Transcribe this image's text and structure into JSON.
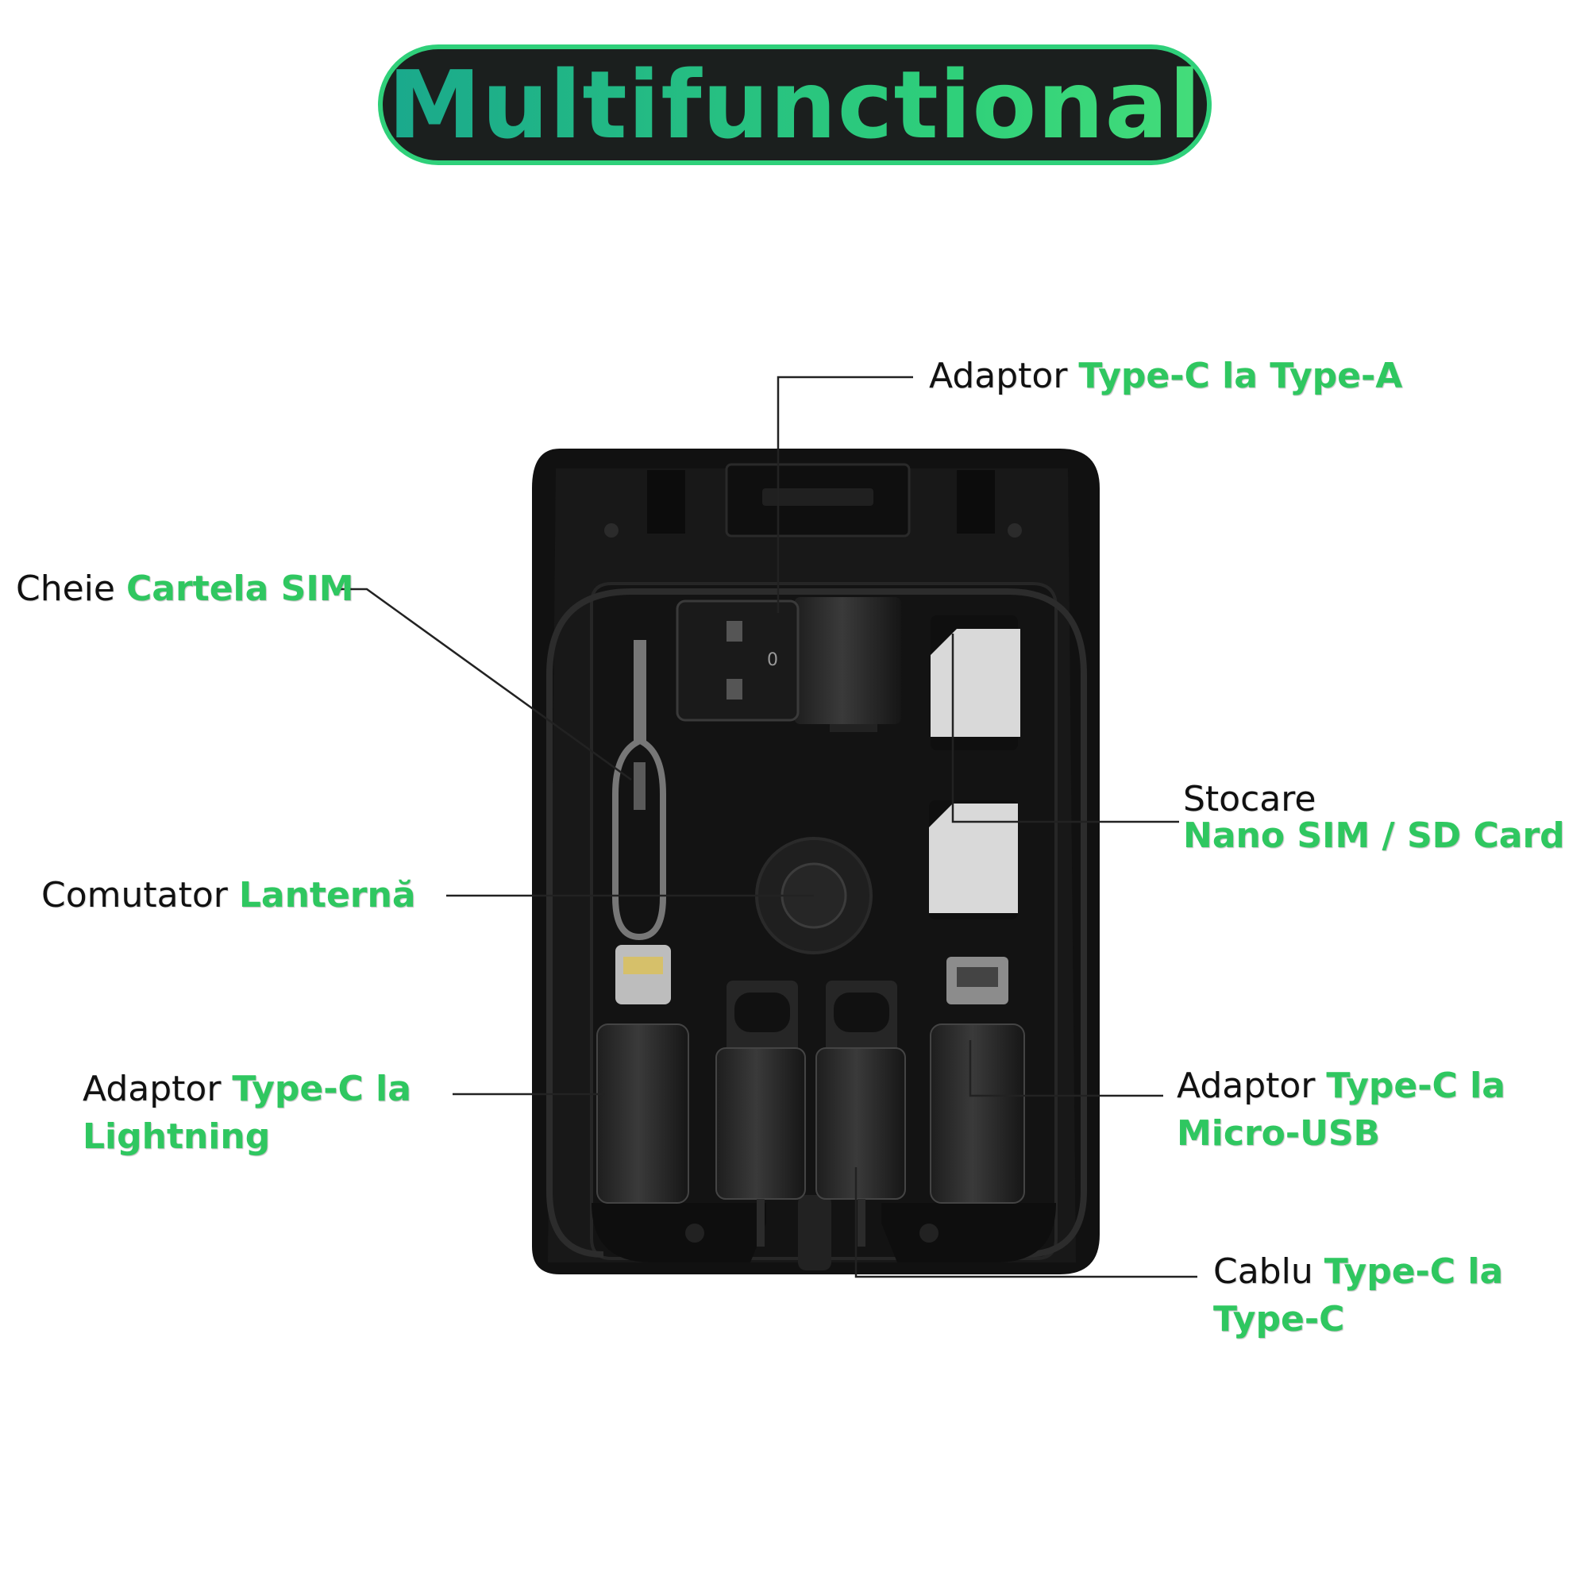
{
  "title": "Multifunctional",
  "colors": {
    "accent": "#2fc760",
    "pill_background": "#1b1f1e",
    "pill_border": "#2fd07a",
    "device": "#141414"
  },
  "labels": {
    "type_a": {
      "prefix": "Adaptor",
      "highlight": "Type-C la Type-A"
    },
    "sim_key": {
      "prefix": "Cheie",
      "highlight": "Cartela SIM"
    },
    "storage": {
      "prefix": "Stocare",
      "highlight": "Nano SIM / SD Card"
    },
    "flashlight": {
      "prefix": "Comutator",
      "highlight": "Lanternă"
    },
    "lightning": {
      "prefix": "Adaptor",
      "highlight_line1": "Type-C la",
      "highlight_line2": "Lightning"
    },
    "micro_usb": {
      "prefix": "Adaptor",
      "highlight_line1": "Type-C la",
      "highlight_line2": "Micro-USB"
    },
    "cable": {
      "prefix": "Cablu",
      "highlight_line1": "Type-C la",
      "highlight_line2": "Type-C"
    }
  },
  "usb_glyph": "0"
}
